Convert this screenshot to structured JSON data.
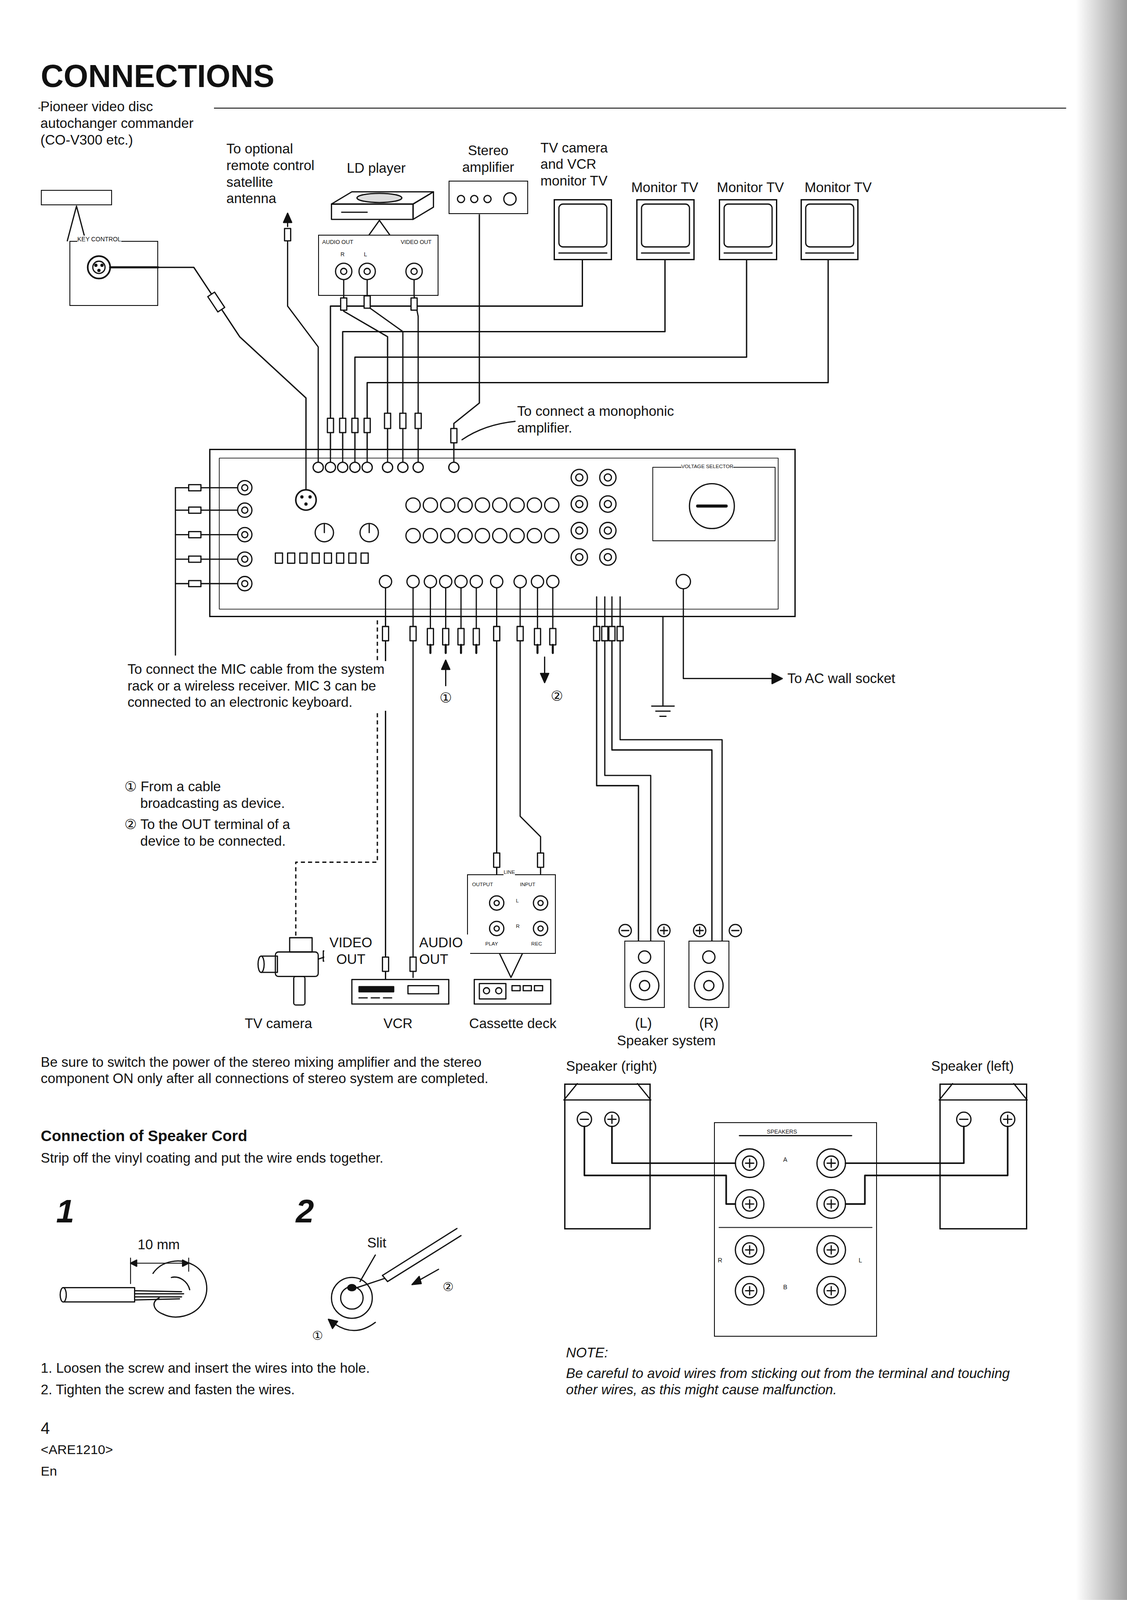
{
  "diagram": {
    "title": "CONNECTIONS",
    "nodes": [
      {
        "text": [
          "Pioneer video disc autochanger commander (CO-V300 etc.)"
        ]
      },
      {
        "text": [
          "KEY CONTROL"
        ]
      },
      {
        "text": [
          "LD player"
        ]
      },
      {
        "text": [
          "AUDIO OUT",
          "R",
          "L",
          "VIDEO OUT"
        ]
      },
      {
        "text": [
          "Stereo amplifier"
        ]
      },
      {
        "text": [
          "TV camera and VCR monitor TV"
        ]
      },
      {
        "text": [
          "Monitor TV"
        ]
      },
      {
        "text": [
          "Monitor TV"
        ]
      },
      {
        "text": [
          "Monitor TV"
        ]
      },
      {
        "text": [
          "VOLTAGE SELECTOR"
        ]
      },
      {
        "text": [
          "TV camera"
        ]
      },
      {
        "text": [
          "VCR"
        ]
      },
      {
        "text": [
          "LINE",
          "OUTPUT",
          "INPUT",
          "L",
          "R",
          "PLAY",
          "REC"
        ]
      },
      {
        "text": [
          "Cassette deck"
        ]
      },
      {
        "text": [
          "(L)"
        ]
      },
      {
        "text": [
          "(R)"
        ]
      },
      {
        "text": [
          "Speaker (right)"
        ]
      },
      {
        "text": [
          "SPEAKERS",
          "A",
          "R",
          "L",
          "B"
        ]
      },
      {
        "text": [
          "Speaker (left)"
        ]
      }
    ],
    "edges": [
      {
        "from": 1,
        "to": 9,
        "arrow": "none"
      },
      {
        "from": 3,
        "to": 9,
        "arrow": "none"
      },
      {
        "from": 4,
        "to": 9,
        "arrow": "none"
      },
      {
        "from": 5,
        "to": 9,
        "arrow": "none"
      },
      {
        "from": 6,
        "to": 9,
        "arrow": "none"
      },
      {
        "from": 7,
        "to": 9,
        "arrow": "none"
      },
      {
        "from": 8,
        "to": 9,
        "arrow": "none"
      },
      {
        "from": 10,
        "to": 9,
        "arrow": "none"
      },
      {
        "from": 11,
        "to": 9,
        "arrow": "none"
      },
      {
        "from": 12,
        "to": 9,
        "arrow": "none"
      },
      {
        "from": 14,
        "to": 9,
        "arrow": "none"
      },
      {
        "from": 15,
        "to": 9,
        "arrow": "none"
      },
      {
        "from": 16,
        "to": 17,
        "arrow": "none"
      },
      {
        "from": 18,
        "to": 17,
        "arrow": "none"
      }
    ],
    "labels": [
      "To optional remote control satellite antenna",
      "To connect a monophonic amplifier.",
      "To connect the MIC cable from the system rack or a wireless receiver. MIC 3 can be connected to an electronic keyboard.",
      "To AC wall socket",
      "①",
      "②",
      "① From a cable broadcasting as device.",
      "② To the OUT terminal of a device to be connected.",
      "VIDEO OUT",
      "AUDIO OUT",
      "Speaker system",
      "Be sure to switch the power of the stereo mixing amplifier and the stereo component ON only after all connections of stereo system are completed.",
      "Connection of Speaker Cord",
      "Strip off the vinyl coating and put the wire ends together.",
      "1",
      "2",
      "10 mm",
      "Slit",
      "①",
      "②",
      "1. Loosen the screw and insert the wires into the hole.",
      "2. Tighten the screw and fasten the wires.",
      "NOTE:",
      "Be careful to avoid wires from sticking out from the terminal and touching other wires, as this might cause malfunction.",
      "4",
      "<ARE1210>",
      "En"
    ]
  }
}
